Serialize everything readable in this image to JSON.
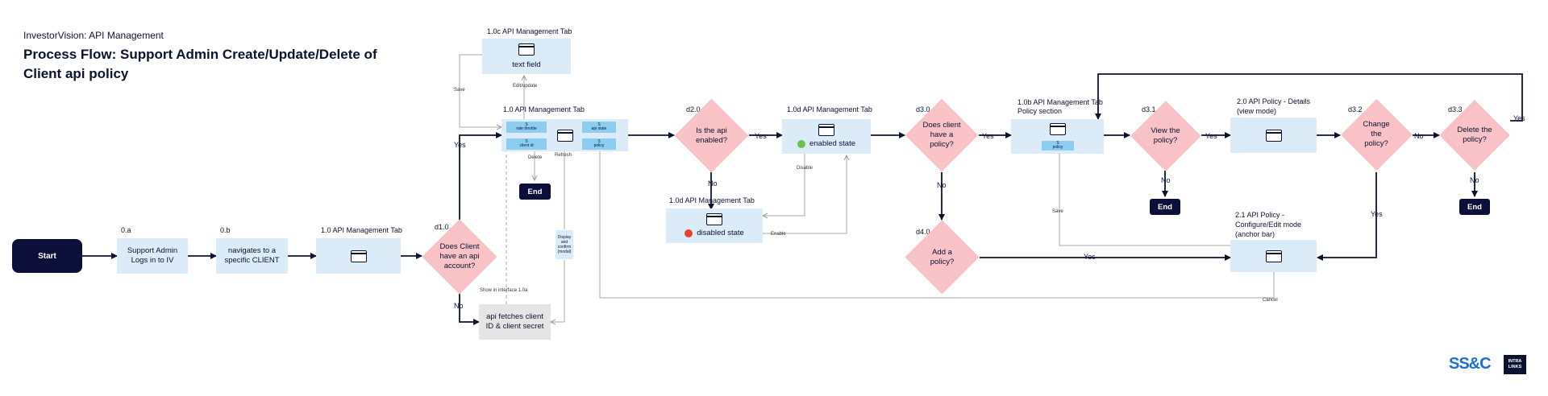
{
  "header": {
    "app_title": "InvestorVision: API Management",
    "flow_title": "Process Flow: Support Admin Create/Update/Delete of Client api policy"
  },
  "nodes": {
    "start": "Start",
    "n0a_label": "0.a",
    "n0a_text": "Support Admin Logs in to IV",
    "n0b_label": "0.b",
    "n0b_text": "navigates to a specific CLIENT",
    "n10_label": "1.0 API Management Tab",
    "d10_label": "d1.0",
    "d10_text": "Does Client have an api account?",
    "fetch_text": "api fetches client ID & client secret",
    "n10_top_label": "1.0 API Management Tab",
    "chip_rate": "rate throttle",
    "chip_client": "client id",
    "chip_apistate": "api state",
    "chip_policy": "policy",
    "chip_prefix": "S",
    "n10c_label": "1.0c API Management Tab",
    "n10c_text": "text field",
    "end1": "End",
    "d20_label": "d2.0",
    "d20_text": "Is the api enabled?",
    "n10d_enabled_label": "1.0d API Management Tab",
    "n10d_enabled_text": "enabled state",
    "n10d_disabled_label": "1.0d API Management Tab",
    "n10d_disabled_text": "disabled state",
    "d30_label": "d3.0",
    "d30_text": "Does client have a policy?",
    "d40_label": "d4.0",
    "d40_text": "Add a policy?",
    "n10b_label": "1.0b API Management Tab Policy section",
    "chip_policy2": "policy",
    "d31_label": "d3.1",
    "d31_text": "View the policy?",
    "end2": "End",
    "n20_label": "2.0 API Policy - Details (view mode)",
    "d32_label": "d3.2",
    "d32_text": "Change the policy?",
    "d33_label": "d3.3",
    "d33_text": "Delete the policy?",
    "end3": "End",
    "n21_label": "2.1 API Policy - Configure/Edit mode (anchor bar)"
  },
  "edge_labels": {
    "yes_d10": "Yes",
    "no_d10": "No",
    "save": "Save",
    "edit_update": "Edit/update",
    "delete": "Delete",
    "refresh": "Refresh",
    "display_modal": "Display and confirm (modal)",
    "show_interface": "Show in interface 1.0a",
    "yes_d20": "Yes",
    "no_d20": "No",
    "disable": "Disable",
    "enable": "Enable",
    "yes_d30": "Yes",
    "no_d30": "No",
    "yes_d40": "Yes",
    "save2": "Save",
    "yes_d31": "Yes",
    "no_d31": "No",
    "no_d32": "No",
    "yes_d32": "Yes",
    "yes_d33": "Yes",
    "no_d33": "No",
    "cancel": "Cancel"
  },
  "logos": {
    "ssc": "SS&C",
    "intralinks": "INTRA LINKS"
  },
  "colors": {
    "box": "#dcebf8",
    "decision": "#f8c2c6",
    "terminal": "#0c0f3a",
    "chip": "#8ccdf0",
    "enabled_dot": "#6cc24a",
    "disabled_dot": "#e8412c",
    "connector": "#0b1230",
    "connector_light": "#b0b0b0"
  }
}
